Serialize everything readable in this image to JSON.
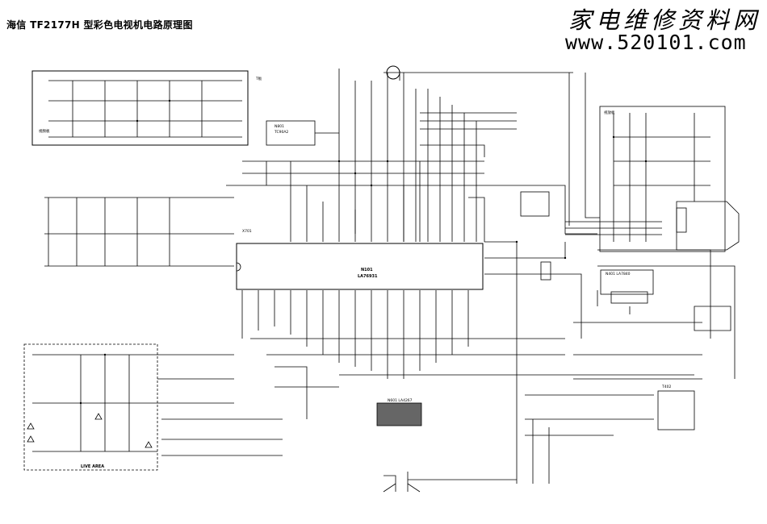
{
  "title": "海信 TF2177H 型彩色电视机电路原理图",
  "watermark": {
    "chinese": "家电维修资料网",
    "url": "www.520101.com"
  },
  "labels": {
    "av_board": "视频板",
    "t_board": "T板",
    "crt_board": "视放板",
    "main_ic_ref": "N101",
    "main_ic_part": "LA76931",
    "ic_left_top": "N801",
    "ic_left_top_part": "TC90A2",
    "xtal": "X701",
    "audio_ic": "N601 LA4267",
    "live_area": "LIVE AREA",
    "fbt": "T402",
    "vert_ic": "N401 LA7840"
  }
}
